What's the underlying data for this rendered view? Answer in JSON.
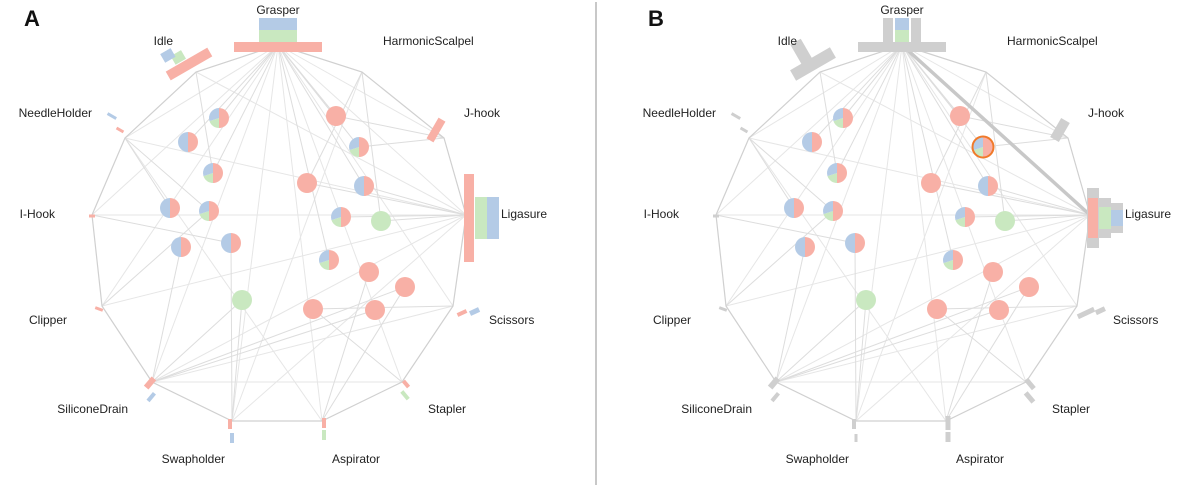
{
  "colors": {
    "red": "#f8b0a6",
    "green": "#c9e8c0",
    "blue": "#b4cbe6",
    "gray": "#cfcfcf",
    "highlight": "#f07a2a",
    "edge": "#dddddd",
    "divider": "#c8c8c8"
  },
  "panels": [
    {
      "id": "A",
      "label": "A",
      "tools": [
        {
          "name": "Grasper"
        },
        {
          "name": "HarmonicScalpel"
        },
        {
          "name": "J-hook"
        },
        {
          "name": "Ligasure"
        },
        {
          "name": "Scissors"
        },
        {
          "name": "Stapler"
        },
        {
          "name": "Aspirator"
        },
        {
          "name": "Swapholder"
        },
        {
          "name": "SiliconeDrain"
        },
        {
          "name": "Clipper"
        },
        {
          "name": "I-Hook"
        },
        {
          "name": "NeedleHolder"
        },
        {
          "name": "Idle"
        }
      ]
    },
    {
      "id": "B",
      "label": "B",
      "tools": [
        {
          "name": "Grasper"
        },
        {
          "name": "HarmonicScalpel"
        },
        {
          "name": "J-hook"
        },
        {
          "name": "Ligasure"
        },
        {
          "name": "Scissors"
        },
        {
          "name": "Stapler"
        },
        {
          "name": "Aspirator"
        },
        {
          "name": "Swapholder"
        },
        {
          "name": "SiliconeDrain"
        },
        {
          "name": "Clipper"
        },
        {
          "name": "I-Hook"
        },
        {
          "name": "NeedleHolder"
        },
        {
          "name": "Idle"
        }
      ]
    }
  ]
}
